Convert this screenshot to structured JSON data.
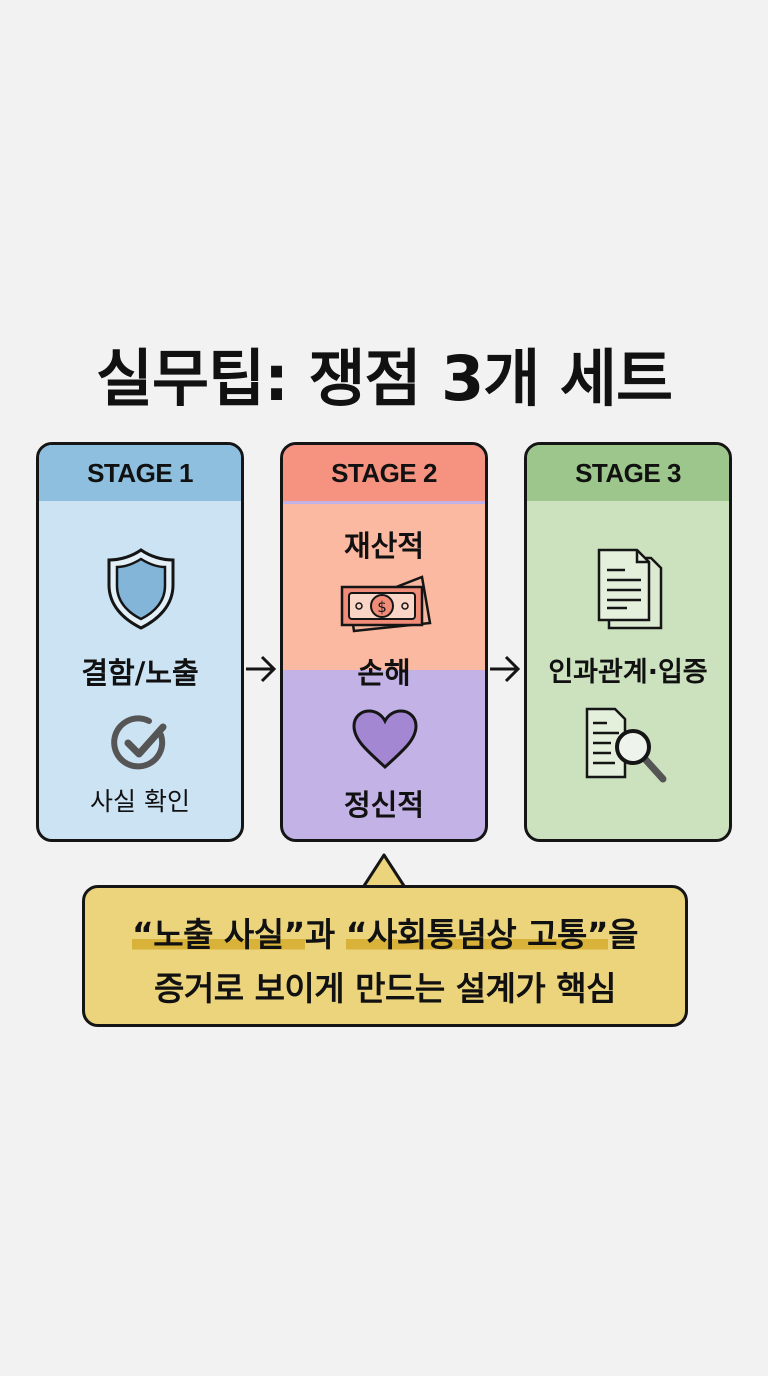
{
  "title": "실무팁: 쟁점 3개 세트",
  "stages": [
    {
      "header": "STAGE 1",
      "label": "결함/노출",
      "sub": "사실 확인",
      "color": "#8ebfde"
    },
    {
      "header": "STAGE 2",
      "label_top": "재산적",
      "label_mid": "손해",
      "label_bottom": "정신적",
      "color": "#f59380"
    },
    {
      "header": "STAGE 3",
      "label": "인과관계·입증",
      "color": "#9cc68b"
    }
  ],
  "callout": {
    "line1_q1": "“노출 사실”",
    "line1_mid": "과 ",
    "line1_q2": "“사회통념상 고통”",
    "line1_end": "을",
    "line2": "증거로 보이게 만드는 설계가 핵심",
    "color": "#ecd47c"
  }
}
